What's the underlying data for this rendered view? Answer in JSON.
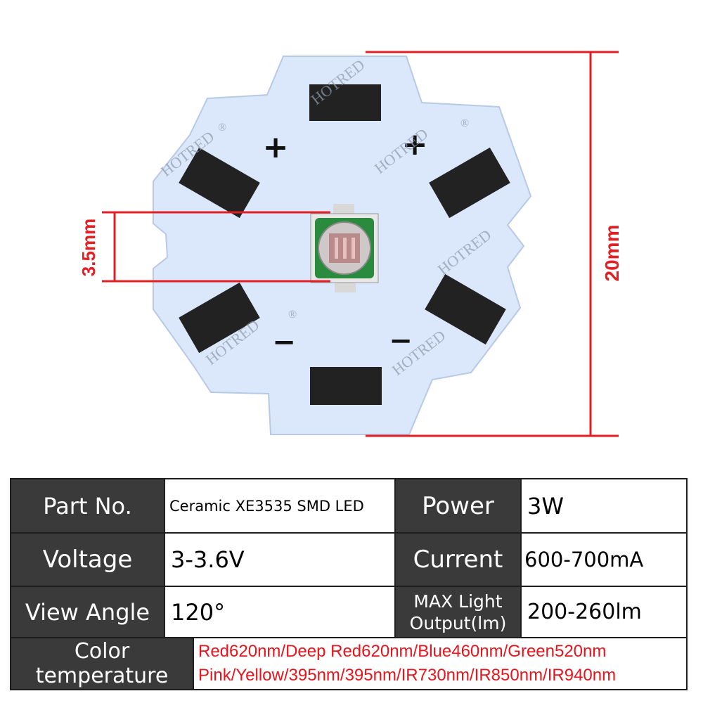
{
  "photo": {
    "watermark": "HOTRED",
    "watermark_mark": "®",
    "dimension_small": "3.5mm",
    "dimension_large": "20mm",
    "plus_sign": "+",
    "minus_sign": "−",
    "colors": {
      "board": "#dbe8fb",
      "pad": "#222222",
      "dimension": "#e31f26",
      "led_base": "#2a8a3e",
      "led_chip": "#b88a8a"
    }
  },
  "specs": {
    "part_no_label": "Part No.",
    "part_no_value": "Ceramic XE3535 SMD LED",
    "power_label": "Power",
    "power_value": "3W",
    "voltage_label": "Voltage",
    "voltage_value": "3-3.6V",
    "current_label": "Current",
    "current_value": "600-700mA",
    "view_angle_label": "View Angle",
    "view_angle_value": "120°",
    "light_output_label_1": "MAX Light",
    "light_output_label_2": "Output(lm)",
    "light_output_value": "200-260lm",
    "color_label_1": "Color",
    "color_label_2": "temperature",
    "color_line_1": "Red620nm/Deep Red620nm/Blue460nm/Green520nm",
    "color_line_2": "Pink/Yellow/395nm/395nm/IR730nm/IR850nm/IR940nm"
  }
}
